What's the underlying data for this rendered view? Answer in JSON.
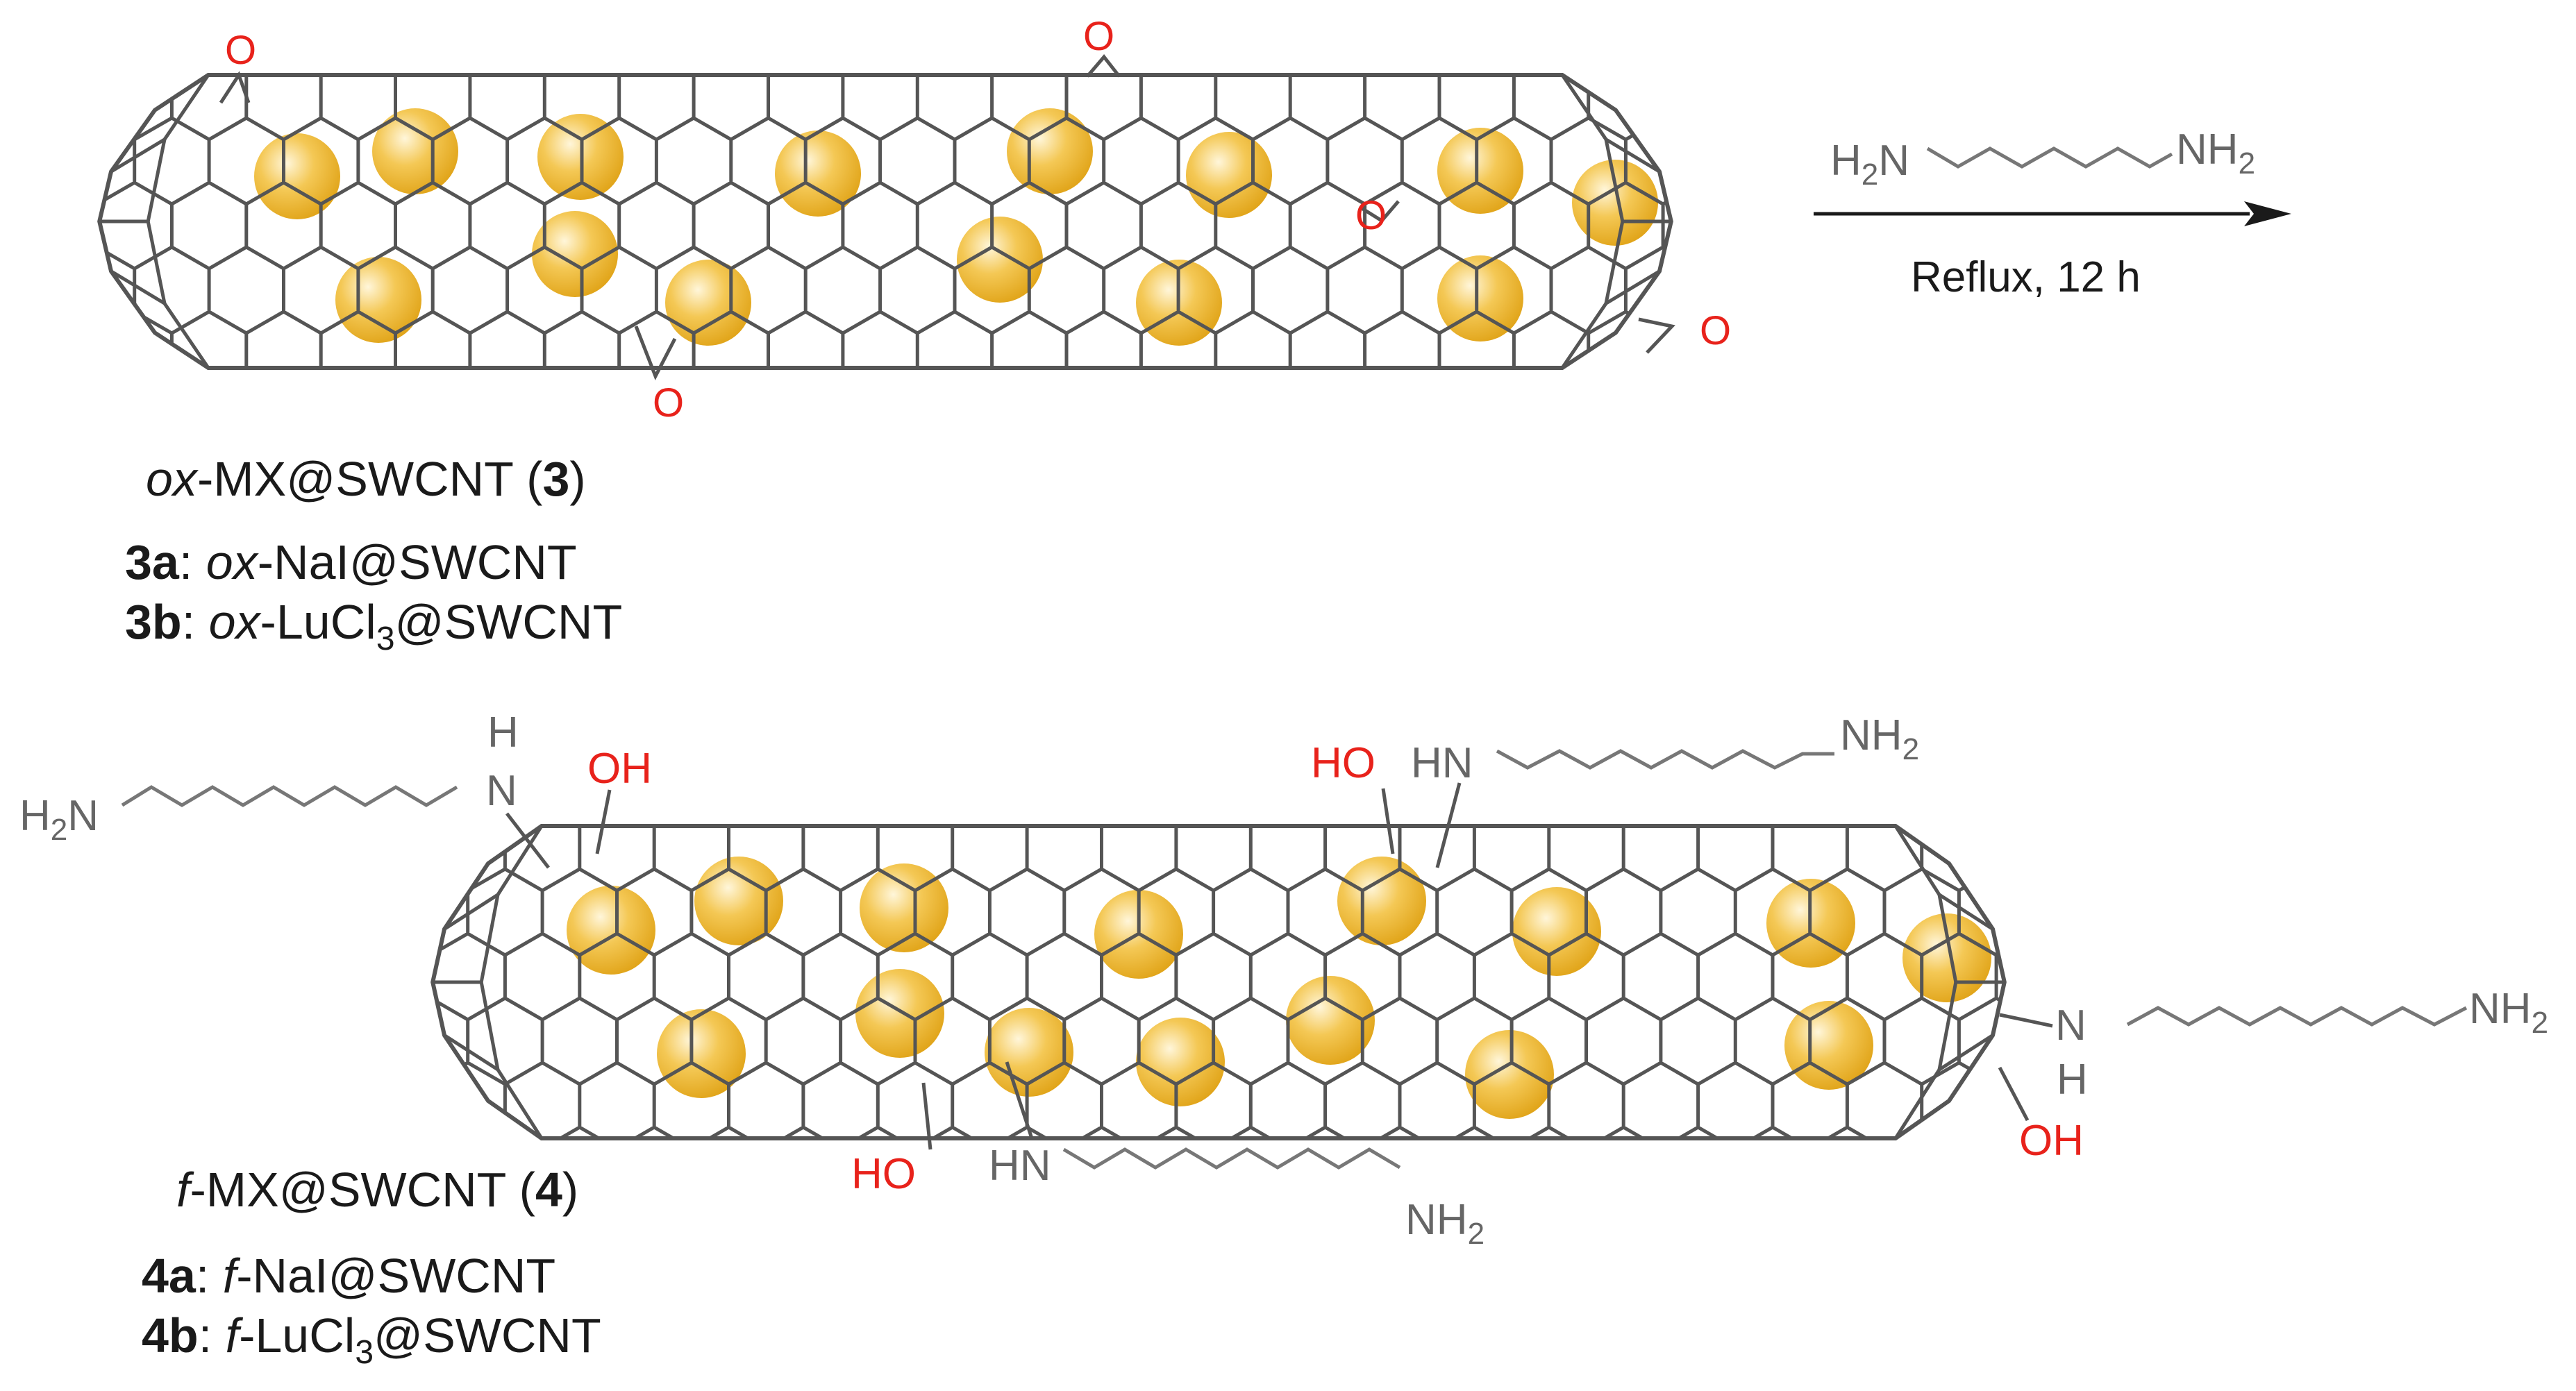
{
  "colors": {
    "tube_stroke": "#555555",
    "chain_stroke": "#777777",
    "oxygen": "#e8221b",
    "amine": "#666666",
    "particle": "#f0b62a",
    "text": "#1a1a1a"
  },
  "reaction": {
    "reagent_left": "H",
    "reagent_left_sub": "2",
    "reagent_left_atom": "N",
    "reagent_right": "NH",
    "reagent_right_sub": "2",
    "conditions": "Reflux, 12 h"
  },
  "epoxide_label": "O",
  "compound3": {
    "title_prefix": "ox",
    "title_main": "-MX@SWCNT (",
    "title_num": "3",
    "title_close": ")",
    "item_a_id": "3a",
    "item_a_prefix": "ox",
    "item_a_text": "-NaI@SWCNT",
    "item_b_id": "3b",
    "item_b_prefix": "ox",
    "item_b_text_1": "-LuCl",
    "item_b_sub": "3",
    "item_b_text_2": "@SWCNT"
  },
  "compound4": {
    "title_prefix": "f",
    "title_main": "-MX@SWCNT (",
    "title_num": "4",
    "title_close": ")",
    "item_a_id": "4a",
    "item_a_prefix": "f",
    "item_a_text": "-NaI@SWCNT",
    "item_b_id": "4b",
    "item_b_prefix": "f",
    "item_b_text_1": "-LuCl",
    "item_b_sub": "3",
    "item_b_text_2": "@SWCNT"
  },
  "groups": {
    "oh": "OH",
    "ho": "HO",
    "hn": "HN",
    "nh2": "NH",
    "h2n": "H",
    "sub2": "2",
    "n": "N",
    "h": "H"
  }
}
